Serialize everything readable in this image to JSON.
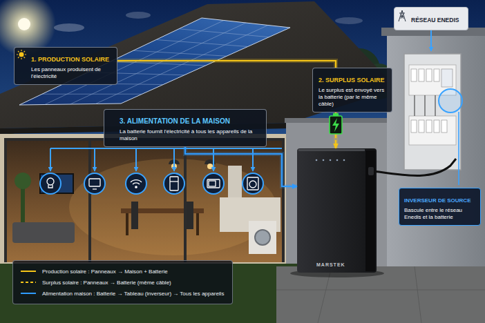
{
  "diagram": {
    "nodes": [
      {
        "text": [
          "1. PRODUCTION SOLAIRE",
          "Les panneaux produisent de l'électricité"
        ]
      },
      {
        "text": [
          "RÉSEAU ENEDIS"
        ]
      },
      {
        "text": [
          "2. SURPLUS SOLAIRE",
          "Le surplus est envoyé vers la batterie (par le même câble)"
        ]
      },
      {
        "text": [
          "3. ALIMENTATION DE LA MAISON",
          "La batterie fournit l'électricité à tous les appareils de la maison"
        ]
      },
      {
        "text": [
          "INVERSEUR DE SOURCE",
          "Bascule entre le réseau Enedis et la batterie"
        ]
      },
      {
        "text": [
          "MARSTEK"
        ]
      }
    ],
    "edges": [
      {
        "from": 0,
        "to": 2,
        "arrow": "none"
      },
      {
        "from": 2,
        "to": 5,
        "arrow": "to"
      },
      {
        "from": 3,
        "to": 5,
        "arrow": "to"
      }
    ],
    "legend": [
      {
        "text": "Production solaire : Panneaux → Maison + Batterie"
      },
      {
        "text": "Surplus solaire : Panneaux → Batterie (même câble)"
      },
      {
        "text": "Alimentation maison : Batterie → Tableau (inverseur) → Tous les appareils"
      }
    ]
  }
}
